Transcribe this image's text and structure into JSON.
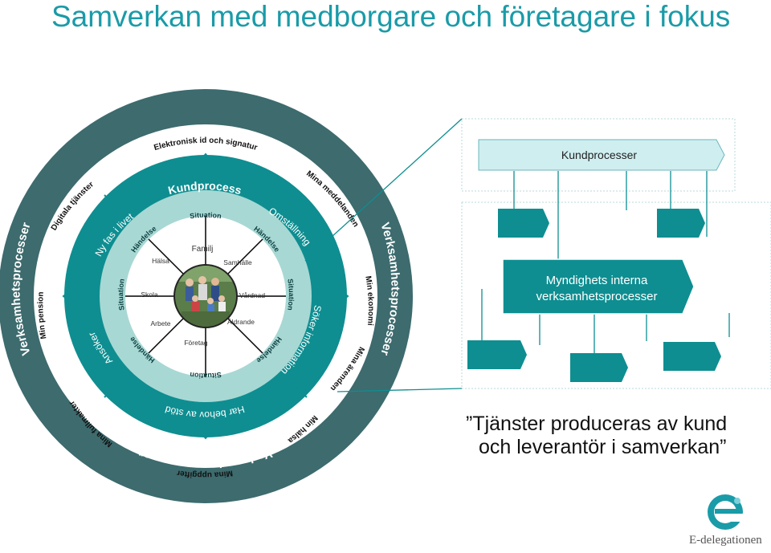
{
  "title": "Samverkan med medborgare och företagare i fokus",
  "outer_ring": {
    "top": "Verksamhetsprocesser",
    "left": "Verksamhetsprocesser",
    "right": "Verksamhetsprocesser",
    "bottom": "Verksamhetsprocesser"
  },
  "second_ring": {
    "top": "Elektronisk id och signatur",
    "digitala": "Digitala tjänster",
    "pension": "Min pension",
    "fullmakter": "Mina fullmakter",
    "uppgifter": "Mina uppgifter",
    "halsa": "Min hälsa",
    "arenden": "Mina ärenden",
    "ekonomi": "Min ekonomi",
    "meddelanden": "Mina meddelanden"
  },
  "process_ring": {
    "kundprocess": "Kundprocess",
    "ny_fas": "Ny fas i livet",
    "ansoker": "Ansöker",
    "behov": "Har behov av stöd",
    "soker": "Söker information",
    "omstallning": "Omställning"
  },
  "situation_ring": {
    "situation_top": "Situation",
    "situation_left": "Situation",
    "situation_right": "Situation",
    "situation_bottom": "Situation",
    "handelse_tl": "Händelse",
    "handelse_tr": "Händelse",
    "handelse_bl": "Händelse",
    "handelse_br": "Händelse"
  },
  "inner_ring": {
    "familj": "Familj",
    "samhalle": "Samhälle",
    "vardnad": "Vårdnad",
    "aldrande": "Åldrande",
    "foretag": "Företag",
    "arbete": "Arbete",
    "skola": "Skola",
    "halsa": "Hälsa"
  },
  "right_diagram": {
    "kundprocesser": "Kundprocesser",
    "myndighets_line1": "Myndighets interna",
    "myndighets_line2": "verksamhetsprocesser"
  },
  "quote": {
    "line1": "”Tjänster produceras av kund",
    "line2": "och leverantör i samverkan”"
  },
  "logo": {
    "text": "E-delegationen",
    "icon": "e-delegationen-logo-icon"
  },
  "colors": {
    "outer_ring": "#3d6b6e",
    "second_ring": "#ffffff",
    "process_ring": "#0e8e91",
    "situation_ring": "#a8d8d4",
    "inner_ring": "#ffffff",
    "title": "#1a9ba8",
    "arrow_box": "#0e8e91",
    "kundprocesser_box": "#cfeef0"
  }
}
